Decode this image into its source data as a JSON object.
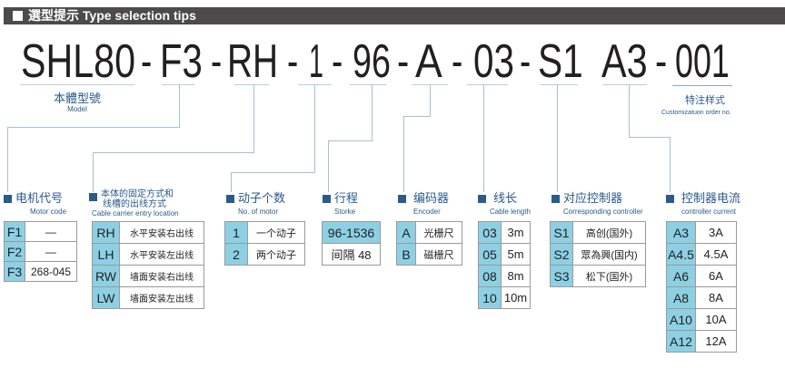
{
  "header": {
    "title": "選型提示 Type selection tips"
  },
  "model_code": [
    "SHL80",
    "-",
    "F3",
    "-",
    "RH",
    "-",
    "1",
    "-",
    "96",
    "-",
    "A",
    "-",
    "03",
    "-",
    "S1",
    "A3",
    "-",
    "001"
  ],
  "model_label": {
    "zh": "本體型號",
    "en": "Model"
  },
  "custom_label": {
    "zh": "特注样式",
    "en": "Customizatuon order no."
  },
  "sections": {
    "motor_code": {
      "zh": "电机代号",
      "en": "Motor code",
      "rows": [
        [
          "F1",
          "—"
        ],
        [
          "F2",
          "—"
        ],
        [
          "F3",
          "268-045"
        ]
      ]
    },
    "cable_carrier": {
      "zh": "本体的固定方式和",
      "zh2": "线槽的出线方式",
      "en": "Cable carrier entry location",
      "rows": [
        [
          "RH",
          "水平安装右出线"
        ],
        [
          "LH",
          "水平安装左出线"
        ],
        [
          "RW",
          "墙面安装右出线"
        ],
        [
          "LW",
          "墙面安装左出线"
        ]
      ]
    },
    "motor_count": {
      "zh": "动子个数",
      "en": "No. of motor",
      "rows": [
        [
          "1",
          "一个动子"
        ],
        [
          "2",
          "两个动子"
        ]
      ]
    },
    "stroke": {
      "zh": "行程",
      "en": "Storke",
      "rows": [
        "96-1536",
        "间隔 48"
      ]
    },
    "encoder": {
      "zh": "编码器",
      "en": "Encoder",
      "rows": [
        [
          "A",
          "光栅尺"
        ],
        [
          "B",
          "磁栅尺"
        ]
      ]
    },
    "cable_length": {
      "zh": "线长",
      "en": "Cable length",
      "rows": [
        [
          "03",
          "3m"
        ],
        [
          "05",
          "5m"
        ],
        [
          "08",
          "8m"
        ],
        [
          "10",
          "10m"
        ]
      ]
    },
    "controller": {
      "zh": "对应控制器",
      "en": "Corresponding controller",
      "rows": [
        [
          "S1",
          "高创(国外)"
        ],
        [
          "S2",
          "眾為興(国内)"
        ],
        [
          "S3",
          "松下(国外)"
        ]
      ]
    },
    "current": {
      "zh": "控制器电流",
      "en": "controller current",
      "rows": [
        [
          "A3",
          "3A"
        ],
        [
          "A4.5",
          "4.5A"
        ],
        [
          "A6",
          "6A"
        ],
        [
          "A8",
          "8A"
        ],
        [
          "A10",
          "10A"
        ],
        [
          "A12",
          "12A"
        ]
      ]
    }
  },
  "colors": {
    "header_bg": "#4d4a4b",
    "key_cell": "#8dd0e4",
    "heading": "#2a5a8c",
    "line": "#a7bfd4"
  }
}
